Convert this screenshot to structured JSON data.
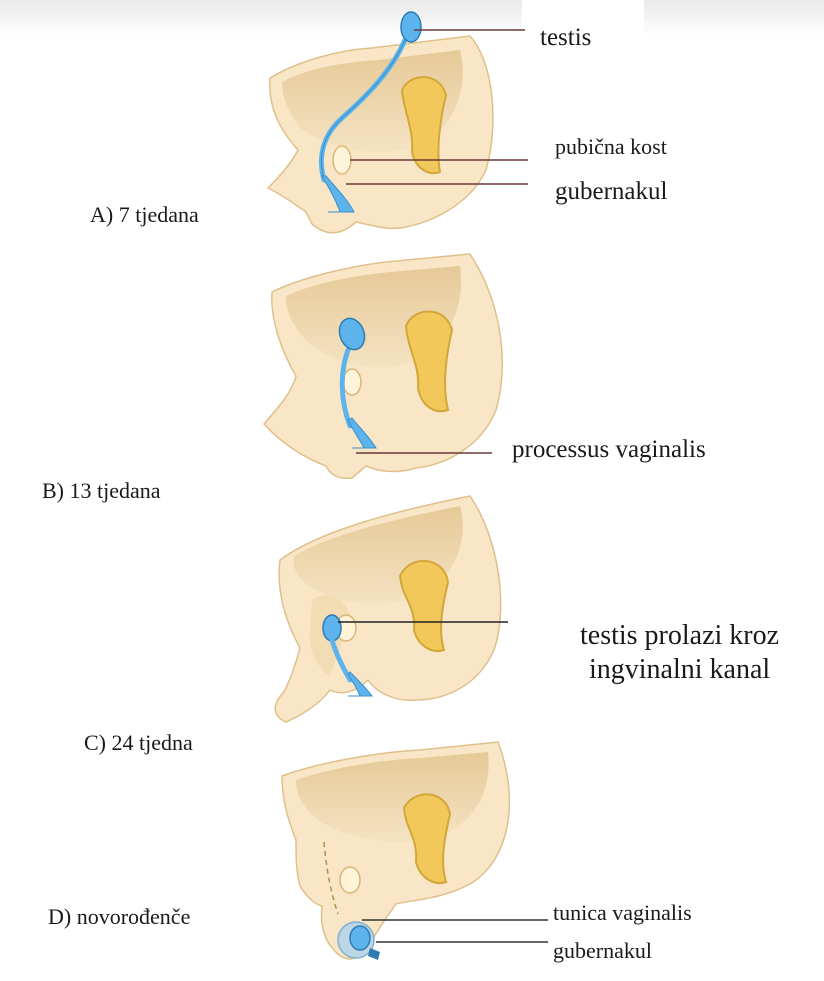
{
  "stages": [
    {
      "id": "A",
      "caption": "A)  7 tjedana"
    },
    {
      "id": "B",
      "caption": "B) 13 tjedana"
    },
    {
      "id": "C",
      "caption": "C) 24 tjedna"
    },
    {
      "id": "D",
      "caption": "D) novorođenče"
    }
  ],
  "labels": {
    "testis": "testis",
    "pubic_bone": "pubična kost",
    "gubernaculum_a": "gubernakul",
    "processus": "processus vaginalis",
    "passage_line1": "testis prolazi kroz",
    "passage_line2": "ingvinalni kanal",
    "tunica": "tunica vaginalis",
    "gubernaculum_d": "gubernakul"
  },
  "colors": {
    "tissue": "#f8e6c7",
    "cavity": "#ead2a4",
    "bone": "#f3c85a",
    "testis": "#5db4ec",
    "leader": "#6b3a3a"
  }
}
